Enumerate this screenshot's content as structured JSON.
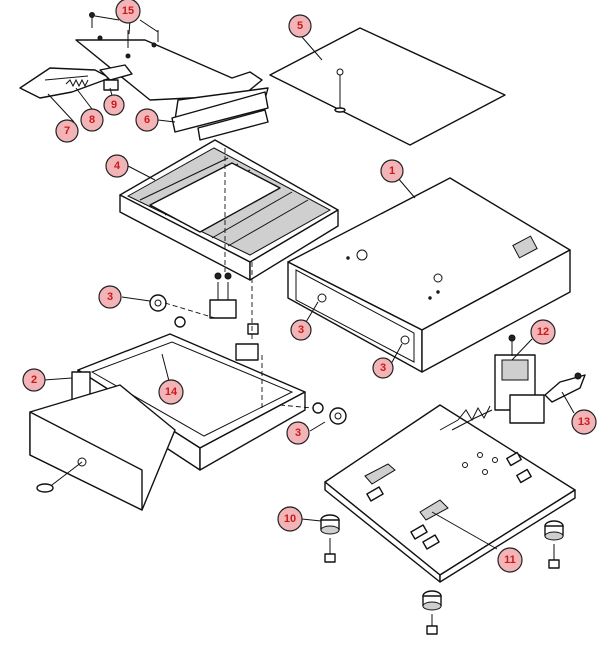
{
  "callouts": {
    "c1": "1",
    "c2": "2",
    "c3a": "3",
    "c3b": "3",
    "c3c": "3",
    "c3d": "3",
    "c4": "4",
    "c5": "5",
    "c6": "6",
    "c7": "7",
    "c8": "8",
    "c9": "9",
    "c10": "10",
    "c11": "11",
    "c12": "12",
    "c13": "13",
    "c14": "14",
    "c15": "15"
  },
  "colors": {
    "callout_fill": "#f2b4b7",
    "callout_text": "#cc1a1a",
    "line": "#111111"
  }
}
